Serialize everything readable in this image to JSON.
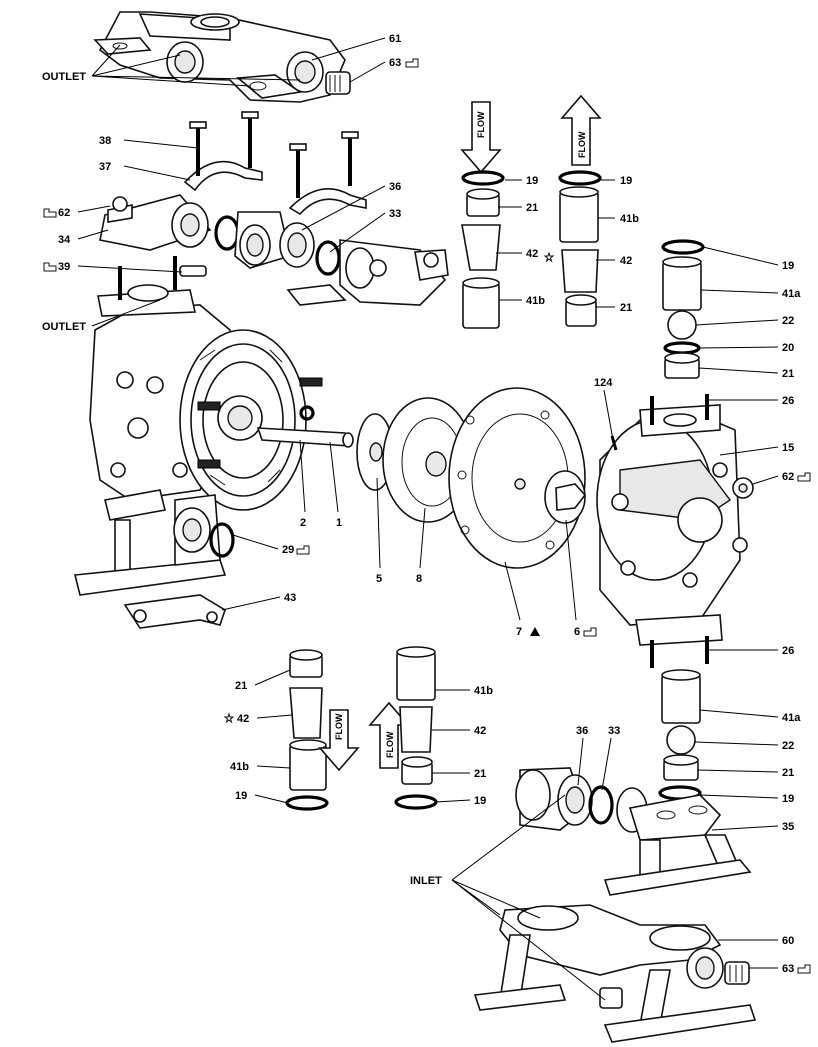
{
  "groups": {
    "outlet_top": "OUTLET",
    "outlet_left": "OUTLET",
    "inlet": "INLET"
  },
  "flow": {
    "text": "FLOW"
  },
  "part_labels": {
    "p61": "61",
    "p63_top": "63",
    "p38": "38",
    "p37": "37",
    "p62_left": "62",
    "p34": "34",
    "p36_top": "36",
    "p33_top": "33",
    "p39": "39",
    "p19_a": "19",
    "p21_a": "21",
    "p42_a": "42",
    "p41b_a": "41b",
    "p19_b": "19",
    "p41b_b": "41b",
    "p42_b": "42",
    "p21_b": "21",
    "p19_c": "19",
    "p41a_top": "41a",
    "p22_top": "22",
    "p20": "20",
    "p21_c": "21",
    "p124": "124",
    "p26_top": "26",
    "p15": "15",
    "p62_right": "62",
    "p2": "2",
    "p1": "1",
    "p29": "29",
    "p5": "5",
    "p8": "8",
    "p7": "7",
    "p6": "6",
    "p26_bot": "26",
    "p43": "43",
    "p21_d": "21",
    "p42_d": "42",
    "p41b_d": "41b",
    "p19_d": "19",
    "p41b_e": "41b",
    "p42_e": "42",
    "p21_e": "21",
    "p19_e": "19",
    "p36_bot": "36",
    "p33_bot": "33",
    "p41a_bot": "41a",
    "p22_bot": "22",
    "p21_f": "21",
    "p19_f": "19",
    "p35": "35",
    "p60": "60",
    "p63_bot": "63"
  },
  "icons": {
    "torque_note": "pointing-hand-icon",
    "wetted_note": "star-outline-icon",
    "kit_note": "triangle-filled-icon"
  }
}
